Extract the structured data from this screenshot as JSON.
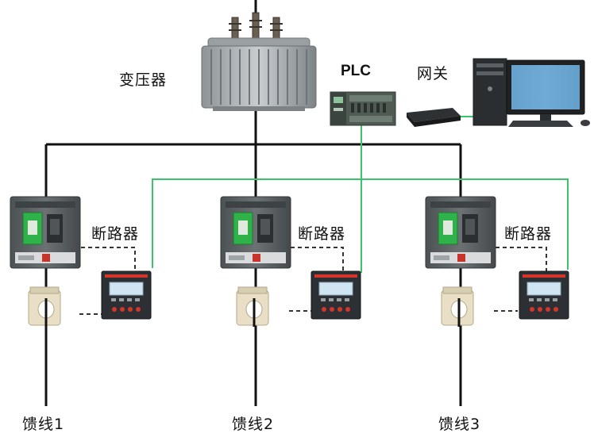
{
  "labels": {
    "transformer": "变压器",
    "plc": "PLC",
    "gateway": "网关",
    "breaker_1": "断路器",
    "breaker_2": "断路器",
    "breaker_3": "断路器",
    "feeder_1": "馈线1",
    "feeder_2": "馈线2",
    "feeder_3": "馈线3"
  },
  "colors": {
    "power_line": "#111111",
    "comm_line": "#3cc46b",
    "signal_dash": "#333333",
    "device_gray": "#5d6164",
    "breaker_green": "#2fb24a",
    "meter_body": "#2c2f33",
    "meter_red": "#d8352a",
    "screen": "#cfe6f2",
    "ct_body": "#e8dfc6"
  },
  "icons": {
    "transformer": "transformer-icon",
    "plc": "plc-module-icon",
    "gateway": "gateway-icon",
    "computer": "desktop-computer-icon",
    "breaker": "circuit-breaker-icon",
    "meter": "power-meter-icon",
    "ct": "current-transformer-icon"
  }
}
